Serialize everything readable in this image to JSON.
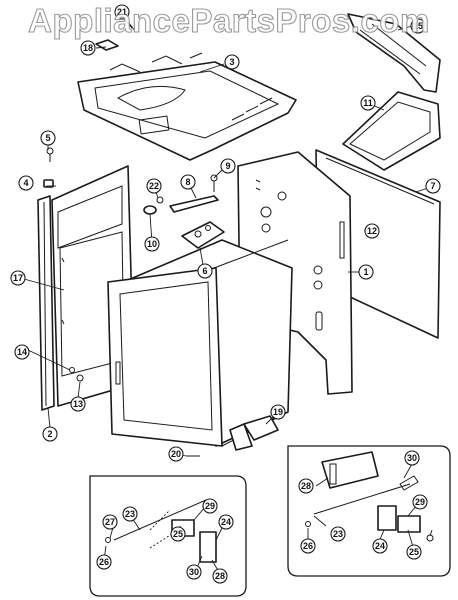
{
  "watermark": "AppliancePartsPros.com",
  "part_labels": [
    "1",
    "2",
    "3",
    "4",
    "5",
    "6",
    "7",
    "8",
    "9",
    "10",
    "11",
    "12",
    "13",
    "14",
    "15",
    "17",
    "18",
    "19",
    "20",
    "21",
    "22",
    "23",
    "24",
    "25",
    "26",
    "27",
    "28",
    "29",
    "30",
    "23",
    "24",
    "25",
    "26",
    "28",
    "29",
    "30"
  ]
}
